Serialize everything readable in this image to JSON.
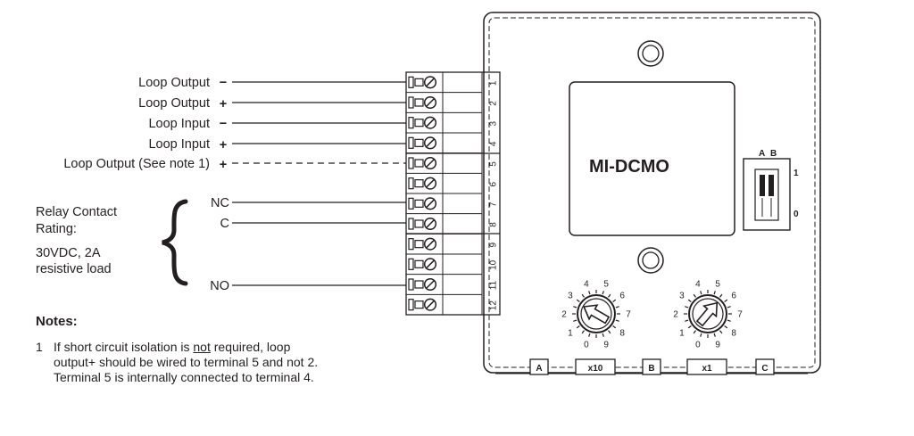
{
  "wire_labels": [
    {
      "text": "Loop Output",
      "sign": "−"
    },
    {
      "text": "Loop Output",
      "sign": "+"
    },
    {
      "text": "Loop Input",
      "sign": "−"
    },
    {
      "text": "Loop Input",
      "sign": "+"
    },
    {
      "text": "Loop Output (See note 1)",
      "sign": "+"
    }
  ],
  "relay": {
    "line1": "Relay Contact",
    "line2": "Rating:",
    "line3": "30VDC, 2A",
    "line4": "resistive load",
    "nc": "NC",
    "c": "C",
    "no": "NO"
  },
  "terminals": [
    "1",
    "2",
    "3",
    "4",
    "5",
    "6",
    "7",
    "8",
    "9",
    "10",
    "11",
    "12"
  ],
  "module": {
    "model": "MI-DCMO",
    "switch_a": "A",
    "switch_b": "B",
    "switch_1": "1",
    "switch_0": "0",
    "dial_numbers": [
      "0",
      "1",
      "2",
      "3",
      "4",
      "5",
      "6",
      "7",
      "8",
      "9"
    ],
    "tabs": [
      "A",
      "x10",
      "B",
      "x1",
      "C"
    ]
  },
  "notes": {
    "title": "Notes:",
    "num": "1",
    "before": "If short circuit isolation is ",
    "underlined": "not",
    "after1": " required, loop",
    "line2": "output+ should be wired to terminal 5 and not 2.",
    "line3": "Terminal 5 is internally connected to terminal 4."
  }
}
